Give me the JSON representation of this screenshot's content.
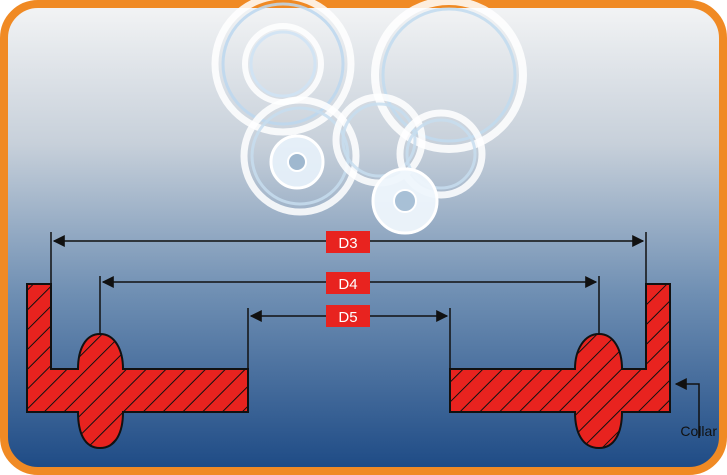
{
  "colors": {
    "frame_border": "#f08a24",
    "background_top": "#f2f3f4",
    "background_bottom": "#1f4c86",
    "gasket_fill": "#e8231f",
    "label_fill": "#e8231f",
    "hatch": "#111111"
  },
  "dimensions": {
    "d3": "D3",
    "d4": "D4",
    "d5": "D5"
  },
  "callout": {
    "collar": "Collar"
  },
  "icons": {
    "photo": "gasket-rings-photo"
  }
}
